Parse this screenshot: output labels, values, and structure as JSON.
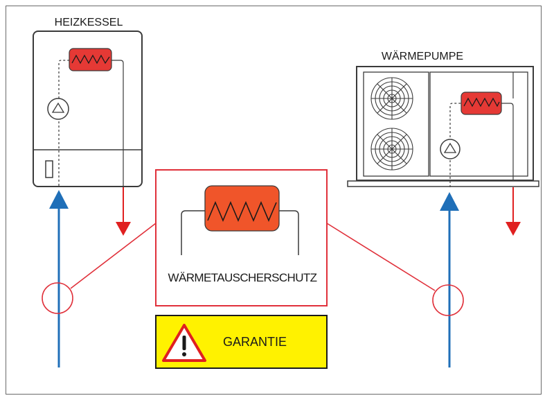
{
  "labels": {
    "boiler": "HEIZKESSEL",
    "heat_pump": "WÄRMEPUMPE",
    "protection": "WÄRMETAUSCHERSCHUTZ",
    "warranty": "GARANTIE"
  },
  "icons": {
    "warning": "warning-triangle-icon",
    "pump": "pump-icon",
    "fan": "fan-icon",
    "heat_exchanger": "heat-exchanger-icon",
    "flow_up": "arrow-up-icon",
    "flow_down": "arrow-down-icon"
  },
  "colors": {
    "supply_line": "#1f6fb8",
    "return_line": "#e02020",
    "exchanger_small": "#e53935",
    "exchanger_large": "#f0552a",
    "callout": "#e0303a",
    "warranty_fill": "#fff200",
    "outline": "#3a3a3a"
  }
}
